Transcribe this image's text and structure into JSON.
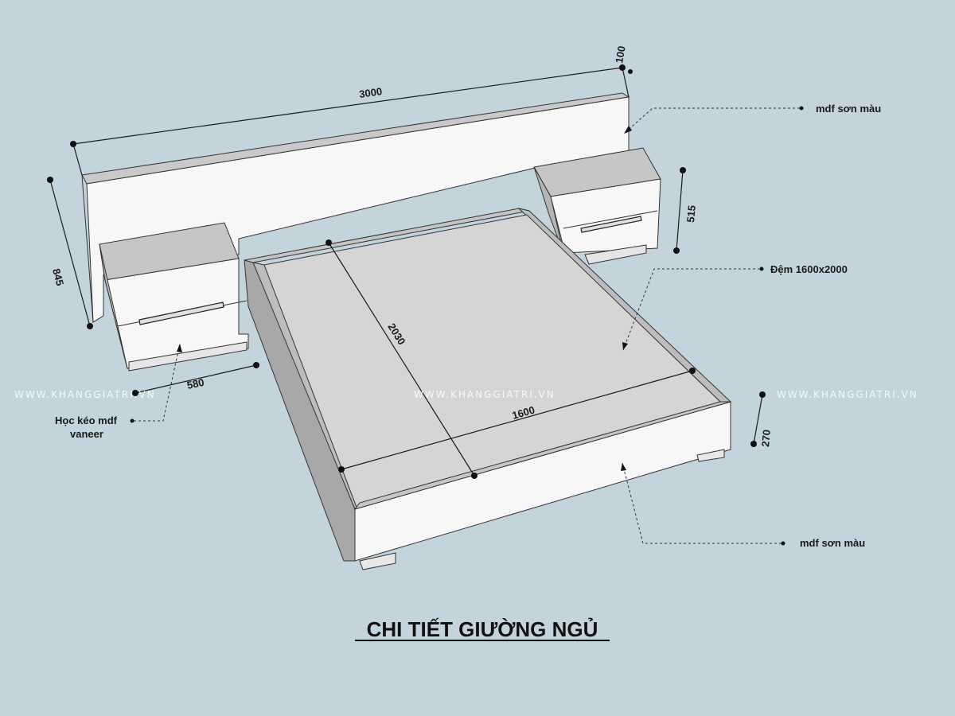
{
  "title": "CHI TIẾT GIƯỜNG NGỦ",
  "watermark": "WWW.KHANGGIATRI.VN",
  "dimensions": {
    "headboard_width": "3000",
    "headboard_thickness": "100",
    "headboard_height": "845",
    "nightstand_height": "515",
    "nightstand_width": "580",
    "bed_length": "2030",
    "bed_width": "1600",
    "bed_base_height": "270"
  },
  "notes": {
    "headboard_material": "mdf sơn màu",
    "mattress": "Đệm 1600x2000",
    "drawer_line1": "Học kéo mdf",
    "drawer_line2": "vaneer",
    "base_material": "mdf sơn màu"
  },
  "colors": {
    "background": "#c3d4dc",
    "panel_white": "#f6f6f6",
    "top_gray": "#c7c7c7",
    "side_gray": "#a9a9a9",
    "mattress": "#d6d6d6"
  }
}
